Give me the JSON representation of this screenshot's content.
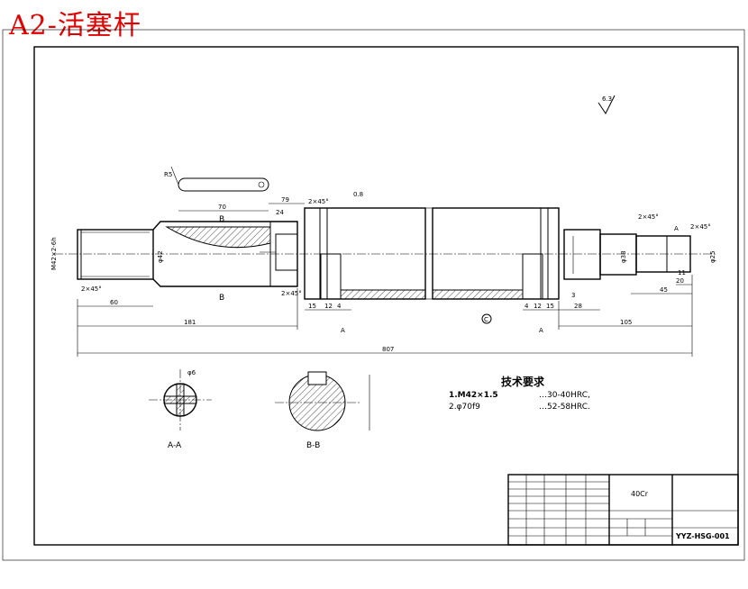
{
  "title": "A2-活塞杆",
  "labels": {
    "view_b": "B",
    "view_c": "C",
    "section_aa": "A-A",
    "section_bb": "B-B",
    "roughness": "6.3",
    "thread": "M42×2-6h",
    "datum_a": "A"
  },
  "dims": {
    "d70": "70",
    "d79": "79",
    "d24": "24",
    "d60": "60",
    "d181": "181",
    "d807": "807",
    "d105": "105",
    "d45": "45",
    "d20": "20",
    "d15a": "15",
    "d12a": "12",
    "d4a": "4",
    "d4b": "4",
    "d12b": "12",
    "d15b": "15",
    "d28": "28",
    "d3": "3",
    "d11": "11",
    "d2x45a": "2×45°",
    "d2x45b": "2×45°",
    "d2x45c": "2×45°",
    "d2x45d": "2×45°",
    "d2x45e": "2×45°",
    "d42": "φ42",
    "d38": "φ38",
    "d25": "φ25",
    "d6": "φ6",
    "r5": "R5",
    "d08": "0.8"
  },
  "tech": {
    "heading": "技术要求",
    "line1": "1.M42×1.5",
    "line1b": "…30-40HRC,",
    "line2": "2.φ70f9",
    "line2b": "…52-58HRC."
  },
  "title_block": {
    "material": "40Cr",
    "drawing_no": "YYZ-HSG-001"
  }
}
